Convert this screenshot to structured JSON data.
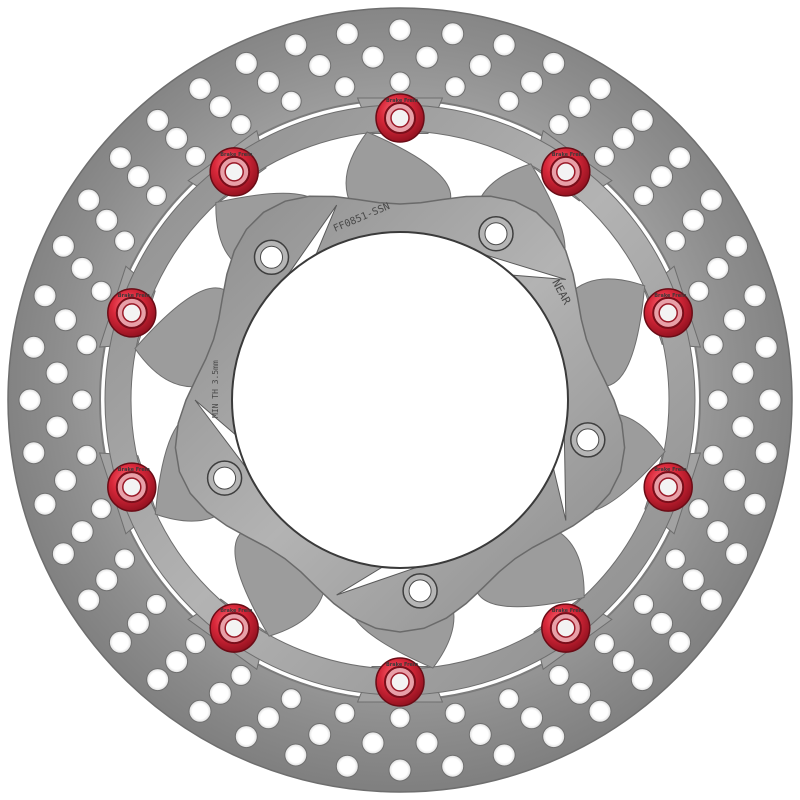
{
  "image": {
    "subject": "floating brake disc",
    "colors": {
      "background": "#ffffff",
      "disc_steel": "#8f8f8f",
      "disc_steel_light": "#b8b8b8",
      "carrier": "#9a9a9a",
      "bobbin_red": "#d8283a",
      "bobbin_dark": "#8c0f1d"
    }
  },
  "markings": {
    "part_number": "FF0851-SSN",
    "logo": "NEAR",
    "spec": "MIN TH 3.5mm",
    "bobbin_text": "Brake Frein"
  },
  "counts": {
    "bobbins": 10,
    "mount_holes": 5
  }
}
